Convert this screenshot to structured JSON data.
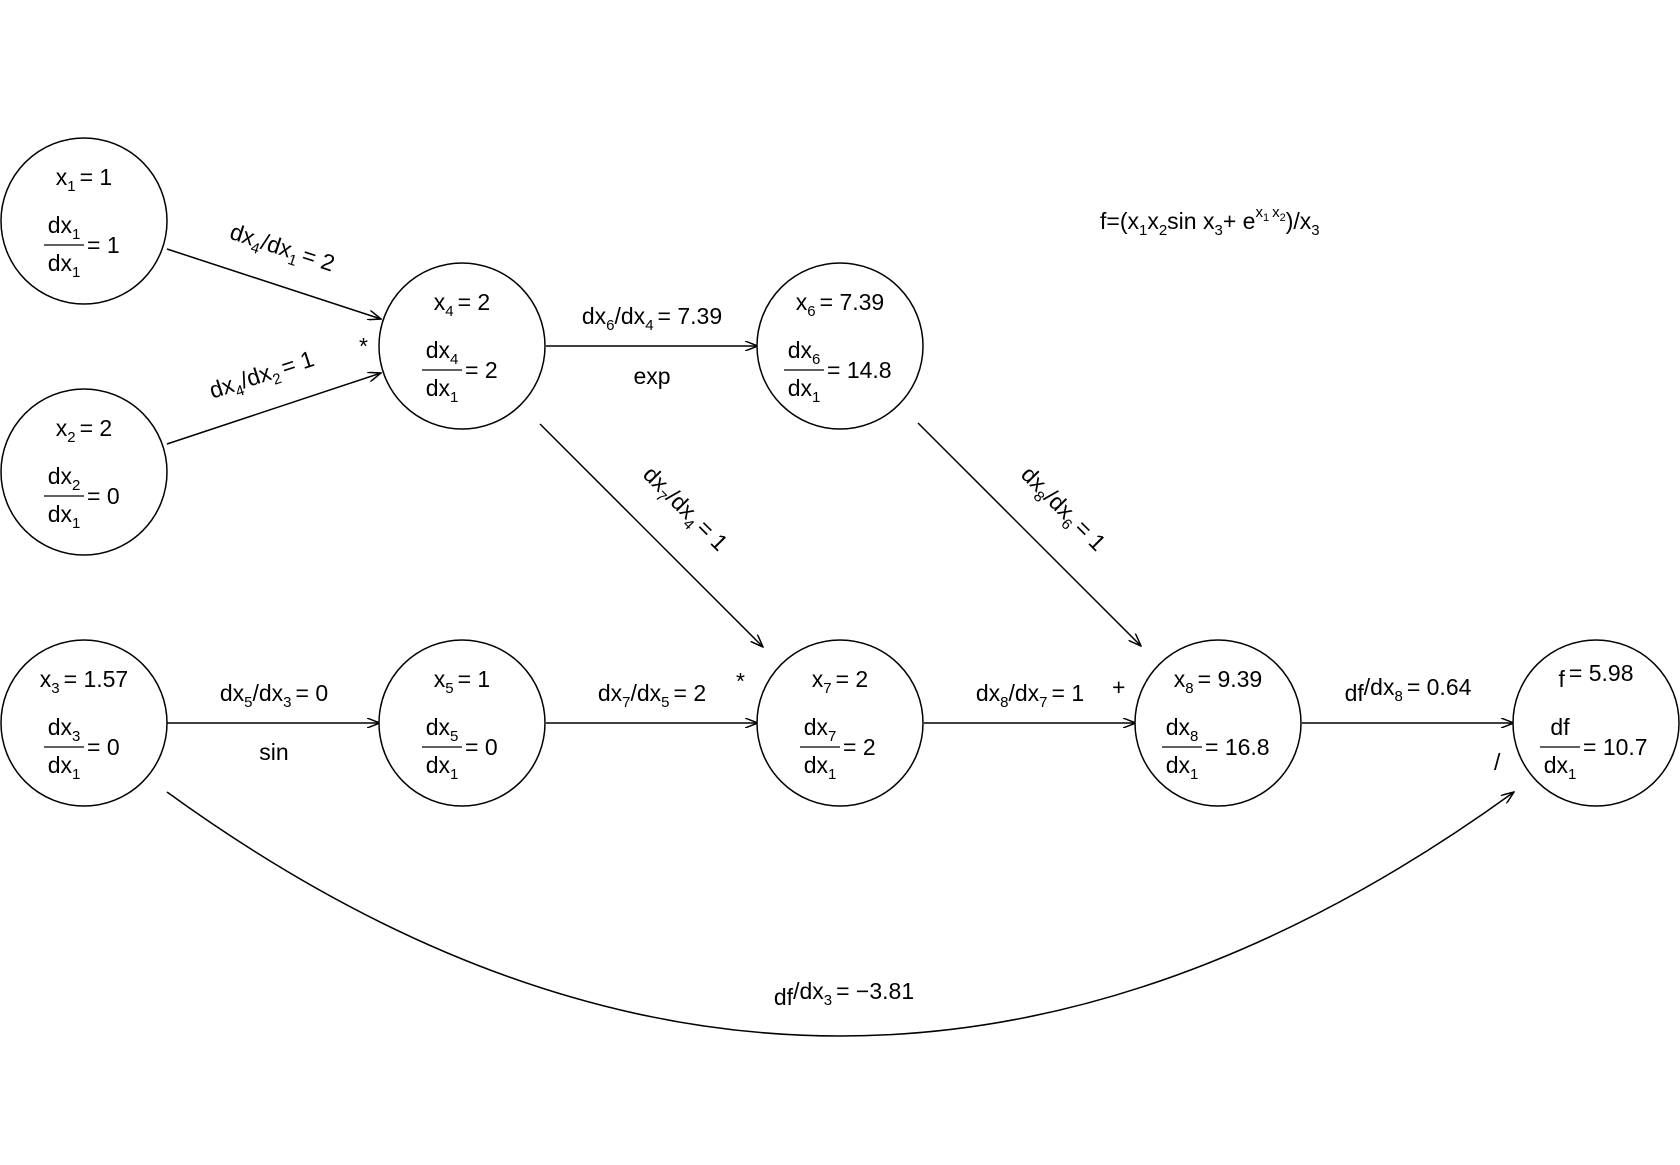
{
  "formula": {
    "base": "f=(x",
    "sub1": "1",
    "mid1": "x",
    "sub2": "2",
    "mid2": "sin x",
    "sub3": "3",
    "mid3": "+ e",
    "sup_x1": "x",
    "sup_sub1": "1",
    "sup_x2": "x",
    "sup_sub2": "2",
    "mid4": ")/x",
    "sub4": "3"
  },
  "nodes": [
    {
      "id": "x1",
      "value": {
        "var": "x",
        "sub": "1",
        "val": "= 1"
      },
      "deriv": {
        "num": "dx",
        "num_sub": "1",
        "den": "dx",
        "den_sub": "1",
        "val": "= 1"
      }
    },
    {
      "id": "x2",
      "value": {
        "var": "x",
        "sub": "2",
        "val": "= 2"
      },
      "deriv": {
        "num": "dx",
        "num_sub": "2",
        "den": "dx",
        "den_sub": "1",
        "val": "= 0"
      }
    },
    {
      "id": "x3",
      "value": {
        "var": "x",
        "sub": "3",
        "val": "= 1.57"
      },
      "deriv": {
        "num": "dx",
        "num_sub": "3",
        "den": "dx",
        "den_sub": "1",
        "val": "= 0"
      }
    },
    {
      "id": "x4",
      "value": {
        "var": "x",
        "sub": "4",
        "val": "= 2"
      },
      "deriv": {
        "num": "dx",
        "num_sub": "4",
        "den": "dx",
        "den_sub": "1",
        "val": "= 2"
      },
      "op": "*"
    },
    {
      "id": "x5",
      "value": {
        "var": "x",
        "sub": "5",
        "val": "= 1"
      },
      "deriv": {
        "num": "dx",
        "num_sub": "5",
        "den": "dx",
        "den_sub": "1",
        "val": "= 0"
      }
    },
    {
      "id": "x6",
      "value": {
        "var": "x",
        "sub": "6",
        "val": "= 7.39"
      },
      "deriv": {
        "num": "dx",
        "num_sub": "6",
        "den": "dx",
        "den_sub": "1",
        "val": "= 14.8"
      }
    },
    {
      "id": "x7",
      "value": {
        "var": "x",
        "sub": "7",
        "val": "= 2"
      },
      "deriv": {
        "num": "dx",
        "num_sub": "7",
        "den": "dx",
        "den_sub": "1",
        "val": "= 2"
      },
      "op": "*"
    },
    {
      "id": "x8",
      "value": {
        "var": "x",
        "sub": "8",
        "val": "= 9.39"
      },
      "deriv": {
        "num": "dx",
        "num_sub": "8",
        "den": "dx",
        "den_sub": "1",
        "val": "= 16.8"
      },
      "op": "+"
    },
    {
      "id": "f",
      "value": {
        "var": "f",
        "sub": "",
        "val": "= 5.98"
      },
      "deriv": {
        "num": "df",
        "num_sub": "",
        "den": "dx",
        "den_sub": "1",
        "val": "= 10.7"
      },
      "op": "/"
    }
  ],
  "edges": [
    {
      "id": "x1-x4",
      "label": {
        "a": "dx",
        "a_sub": "4",
        "b": "/dx",
        "b_sub": "1",
        "c": "= 2"
      }
    },
    {
      "id": "x2-x4",
      "label": {
        "a": "dx",
        "a_sub": "4",
        "b": "/dx",
        "b_sub": "2",
        "c": "= 1"
      }
    },
    {
      "id": "x4-x6",
      "label": {
        "a": "dx",
        "a_sub": "6",
        "b": "/dx",
        "b_sub": "4",
        "c": "= 7.39"
      },
      "op": "exp"
    },
    {
      "id": "x4-x7",
      "label": {
        "a": "dx",
        "a_sub": "7",
        "b": "/dx",
        "b_sub": "4",
        "c": "= 1"
      }
    },
    {
      "id": "x6-x8",
      "label": {
        "a": "dx",
        "a_sub": "8",
        "b": "/dx",
        "b_sub": "6",
        "c": "= 1"
      }
    },
    {
      "id": "x3-x5",
      "label": {
        "a": "dx",
        "a_sub": "5",
        "b": "/dx",
        "b_sub": "3",
        "c": "= 0"
      },
      "op": "sin"
    },
    {
      "id": "x5-x7",
      "label": {
        "a": "dx",
        "a_sub": "7",
        "b": "/dx",
        "b_sub": "5",
        "c": "= 2"
      }
    },
    {
      "id": "x7-x8",
      "label": {
        "a": "dx",
        "a_sub": "8",
        "b": "/dx",
        "b_sub": "7",
        "c": "= 1"
      }
    },
    {
      "id": "x8-f",
      "label": {
        "a": "df",
        "a_sub": "",
        "b": "/dx",
        "b_sub": "8",
        "c": "= 0.64"
      }
    },
    {
      "id": "x3-f",
      "label": {
        "a": "df",
        "a_sub": "",
        "b": "/dx",
        "b_sub": "3",
        "c": "= −3.81"
      }
    }
  ]
}
